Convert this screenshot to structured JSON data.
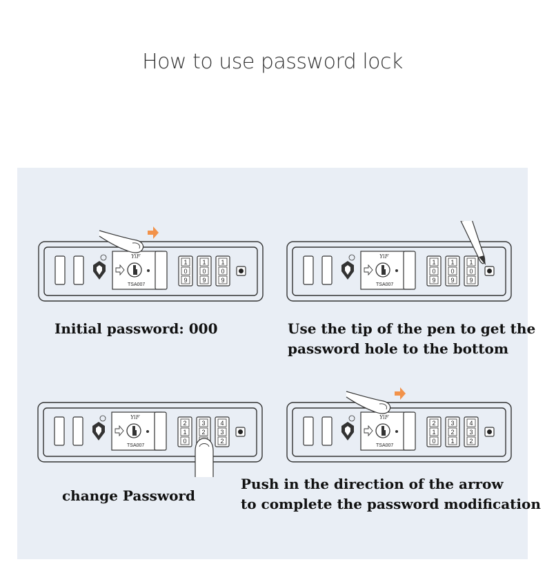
{
  "title": "How to use password lock",
  "colors": {
    "panel": "#e9eef5",
    "arrow": "#f2924a",
    "lock_outline": "#333333"
  },
  "steps": [
    {
      "caption_lines": [
        "Initial password: 000"
      ],
      "brand": "YiF",
      "model": "TSA007",
      "dials": [
        [
          "1",
          "0",
          "9"
        ],
        [
          "1",
          "0",
          "9"
        ],
        [
          "1",
          "0",
          "9"
        ]
      ],
      "icons": [
        "finger-icon",
        "orange-arrow-icon"
      ]
    },
    {
      "caption_lines": [
        "Use the tip of the pen to get the",
        "password hole to the bottom"
      ],
      "brand": "YiF",
      "model": "TSA007",
      "dials": [
        [
          "1",
          "0",
          "9"
        ],
        [
          "1",
          "0",
          "9"
        ],
        [
          "1",
          "0",
          "9"
        ]
      ],
      "icons": [
        "pen-icon"
      ]
    },
    {
      "caption_lines": [
        "change Password"
      ],
      "brand": "YiF",
      "model": "TSA007",
      "dials": [
        [
          "2",
          "1",
          "0"
        ],
        [
          "3",
          "2",
          "2"
        ],
        [
          "4",
          "3",
          "2"
        ]
      ],
      "icons": [
        "finger-icon"
      ]
    },
    {
      "caption_lines": [
        "Push in the direction of the arrow",
        "to complete the password modification"
      ],
      "brand": "YiF",
      "model": "TSA007",
      "dials": [
        [
          "2",
          "1",
          "0"
        ],
        [
          "3",
          "2",
          "1"
        ],
        [
          "4",
          "3",
          "2"
        ]
      ],
      "icons": [
        "finger-icon",
        "orange-arrow-icon"
      ]
    }
  ]
}
